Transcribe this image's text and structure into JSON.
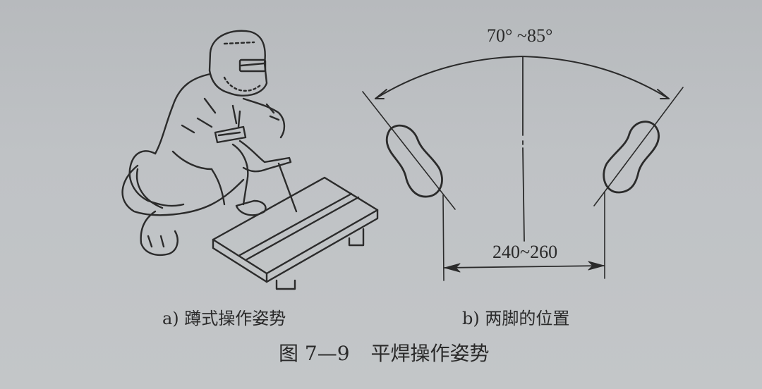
{
  "figure": {
    "number": "图 7—9",
    "title": "平焊操作姿势"
  },
  "panels": [
    {
      "label": "a) 蹲式操作姿势",
      "content": "illustration of a welder in welding helmet squatting and welding a workpiece resting on blocks"
    },
    {
      "label": "b) 两脚的位置",
      "content": "top view of two footprints with angle and spacing dimensions"
    }
  ],
  "dimensions": {
    "angle": "70° ~85°",
    "spacing": "240~260"
  },
  "colors": {
    "paper": "#bfc2c5",
    "ink": "#2a2a2a"
  }
}
